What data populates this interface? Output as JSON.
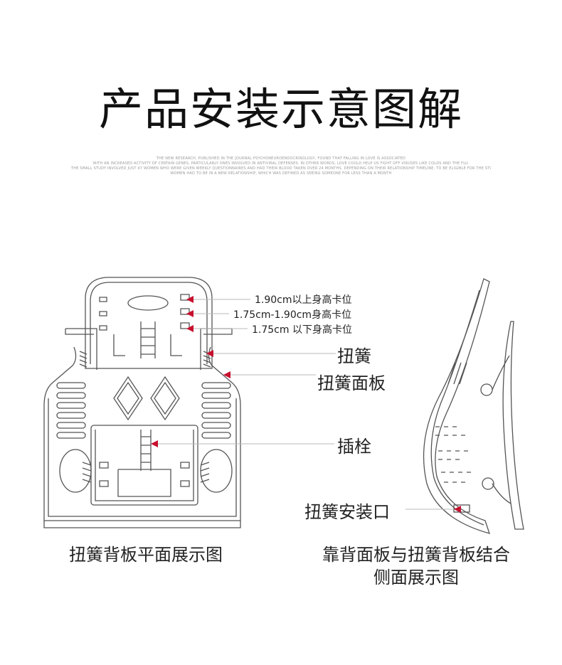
{
  "title": "产品安装示意图解",
  "fine_print": [
    "THE NEW RESEARCH, PUBLISHED IN THE JOURNAL PSYCHONEUROENDOCRINOLOGY, FOUND THAT FALLING IN LOVE IS ASSOCIATED",
    "WITH AN INCREASED ACTIVITY OF CERTAIN GENES, PARTICULARLY ONES INVOLVED IN ANTIVIRAL DEFENSES. IN OTHER WORDS, LOVE COULD HELP US FIGHT OFF VIRUSES LIKE COLDS AND THE FLU.",
    "THE SMALL STUDY INVOLVED JUST 47 WOMEN WHO WERE GIVEN WEEKLY QUESTIONNAIRES AND HAD THEIR BLOOD TAKEN OVER 24 MONTHS. DEPENDING ON THEIR RELATIONSHIP TIMELINE, TO BE ELIGIBLE FOR THE STUDY,",
    "WOMEN HAD TO BE IN A NEW RELATIONSHIP, WHICH WAS DEFINED AS SEEING SOMEONE FOR LESS THAN A MONTH"
  ],
  "labels": {
    "height_high": "1.90cm以上身高卡位",
    "height_mid": "1.75cm-1.90cm身高卡位",
    "height_low": "1.75cm 以下身高卡位",
    "spring": "扭簧",
    "spring_panel": "扭簧面板",
    "latch": "插栓",
    "spring_port": "扭簧安装口"
  },
  "captions": {
    "front": "扭簧背板平面展示图",
    "side_line1": "靠背面板与扭簧背板结合",
    "side_line2": "侧面展示图"
  },
  "colors": {
    "marker": "#c8102e",
    "line": "#555555",
    "leader": "#b8b8b8"
  }
}
